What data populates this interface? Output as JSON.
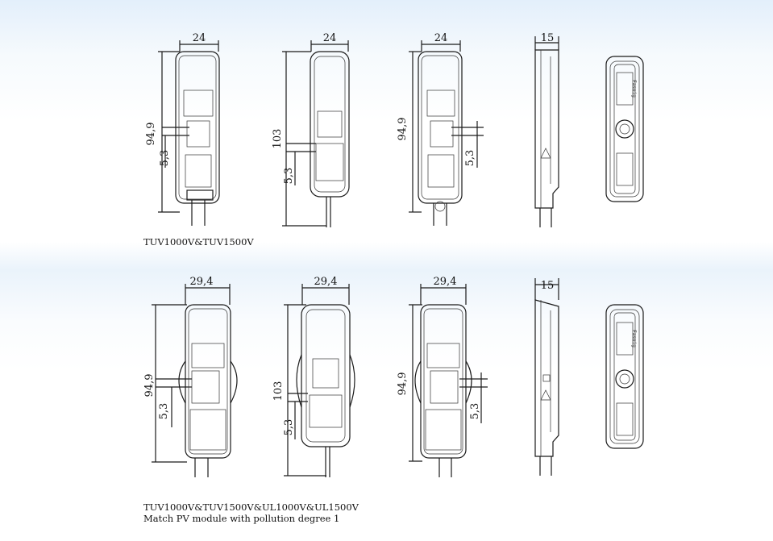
{
  "rows": [
    {
      "views": [
        {
          "width_label": "24",
          "height_label": "94,9",
          "pitch_label": "5,3"
        },
        {
          "width_label": "24",
          "height_label": "103",
          "pitch_label": "5,3"
        },
        {
          "width_label": "24",
          "height_label": "94,9",
          "pitch_label": "5,3"
        },
        {
          "width_label": "15"
        }
      ],
      "caption_lines": [
        "TUV1000V&TUV1500V"
      ]
    },
    {
      "views": [
        {
          "width_label": "29,4",
          "height_label": "94,9",
          "pitch_label": "5,3"
        },
        {
          "width_label": "29,4",
          "height_label": "103",
          "pitch_label": "5,3"
        },
        {
          "width_label": "29,4",
          "height_label": "94,9",
          "pitch_label": "5,3"
        },
        {
          "width_label": "15"
        }
      ],
      "caption_lines": [
        "TUV1000V&TUV1500V&UL1000V&UL1500V",
        "Match PV module with pollution degree 1"
      ]
    }
  ],
  "top_label_text": "Fasoig"
}
